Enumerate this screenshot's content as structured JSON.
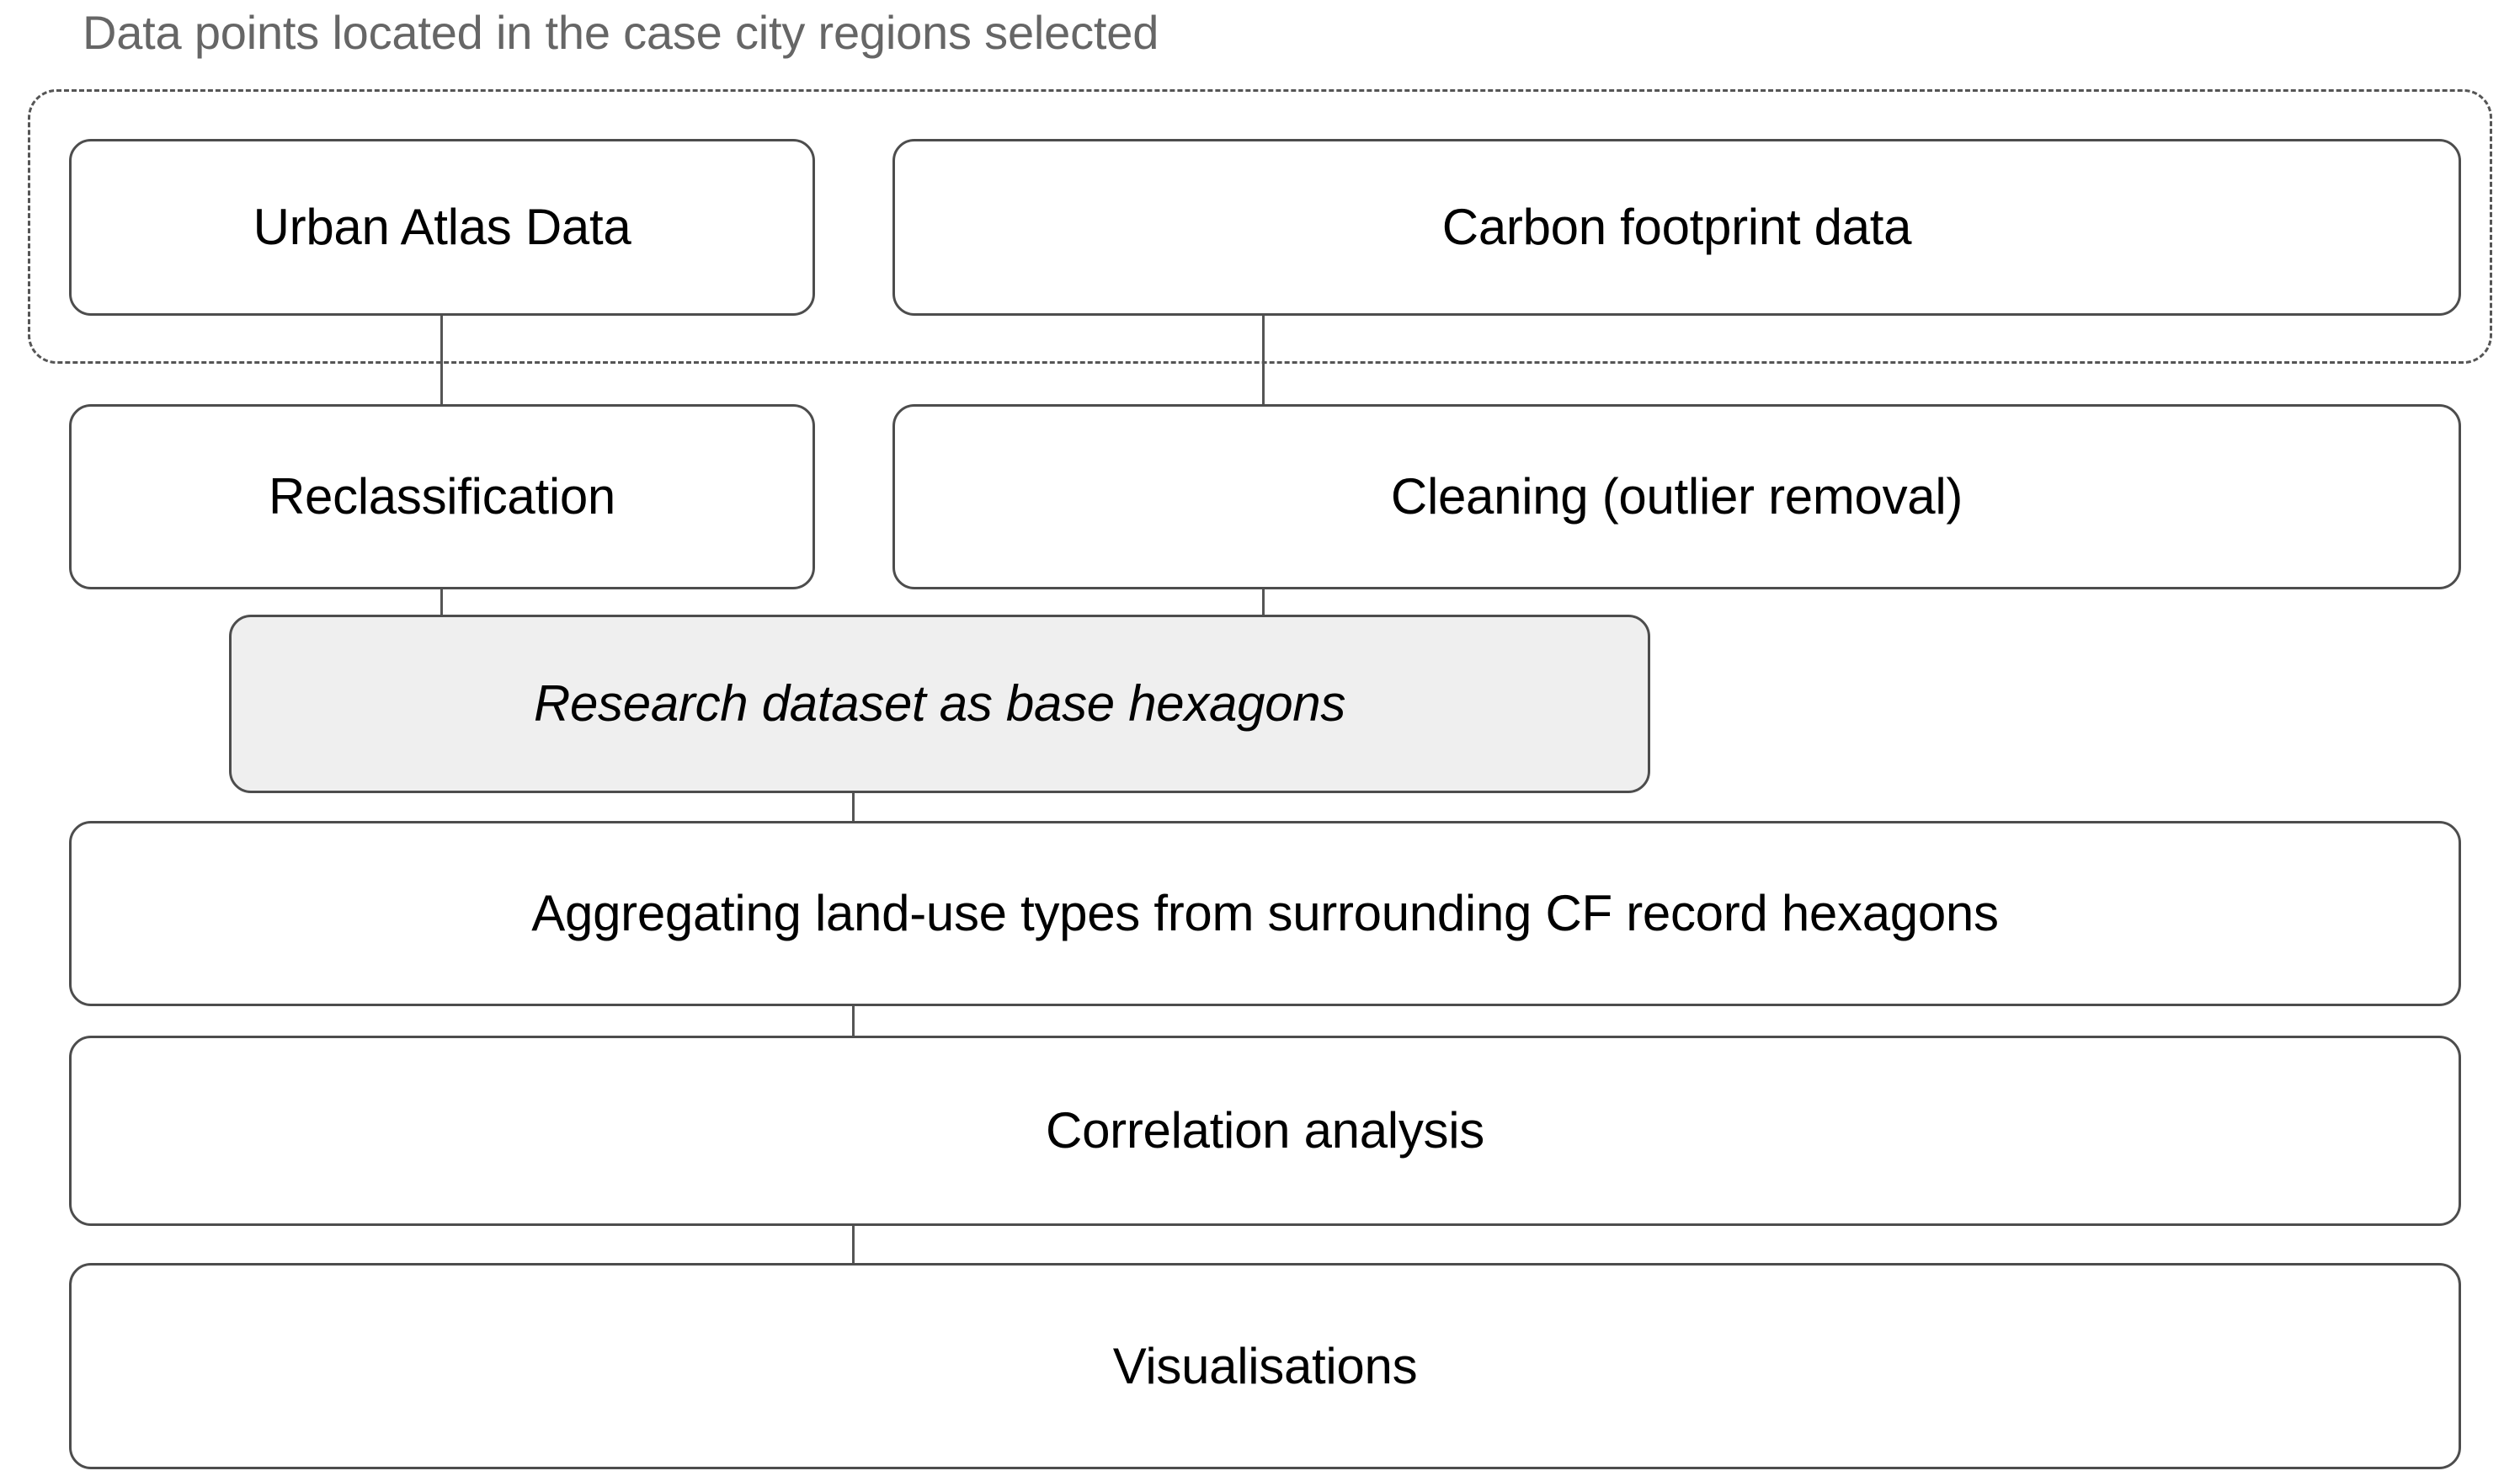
{
  "diagram": {
    "title": "Data points located in the case city regions selected",
    "group": {
      "name": "case-city-data-sources",
      "style": "dashed"
    },
    "nodes": [
      {
        "id": "urban-atlas",
        "label": "Urban Atlas Data"
      },
      {
        "id": "carbon-footprint",
        "label": "Carbon footprint data"
      },
      {
        "id": "reclassification",
        "label": "Reclassification"
      },
      {
        "id": "cleaning",
        "label": "Cleaning (outlier removal)"
      },
      {
        "id": "research-dataset",
        "label": "Research dataset as base hexagons"
      },
      {
        "id": "aggregating",
        "label": "Aggregating land-use types from surrounding CF record hexagons"
      },
      {
        "id": "correlation",
        "label": "Correlation analysis"
      },
      {
        "id": "visualisations",
        "label": "Visualisations"
      }
    ],
    "colors": {
      "title_text": "#666666",
      "node_border": "#4d4d4d",
      "node_fill": "#ffffff",
      "highlight_fill": "#efefef",
      "connector": "#555555",
      "text": "#000000"
    }
  }
}
